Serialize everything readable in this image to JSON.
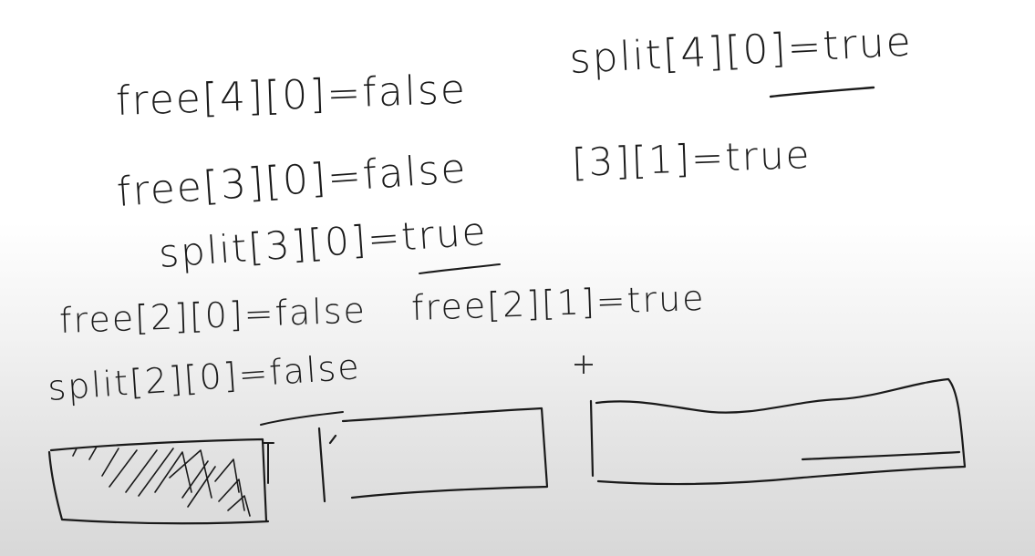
{
  "whiteboard": {
    "lines": [
      "free[4][0]=false",
      "split[4][0]=true",
      "free[3][0]=false",
      "[3][1]=true",
      "split[3][0]=true",
      "free[2][1]=true",
      "free[2][0]=false",
      "split[2][0]=false"
    ]
  }
}
